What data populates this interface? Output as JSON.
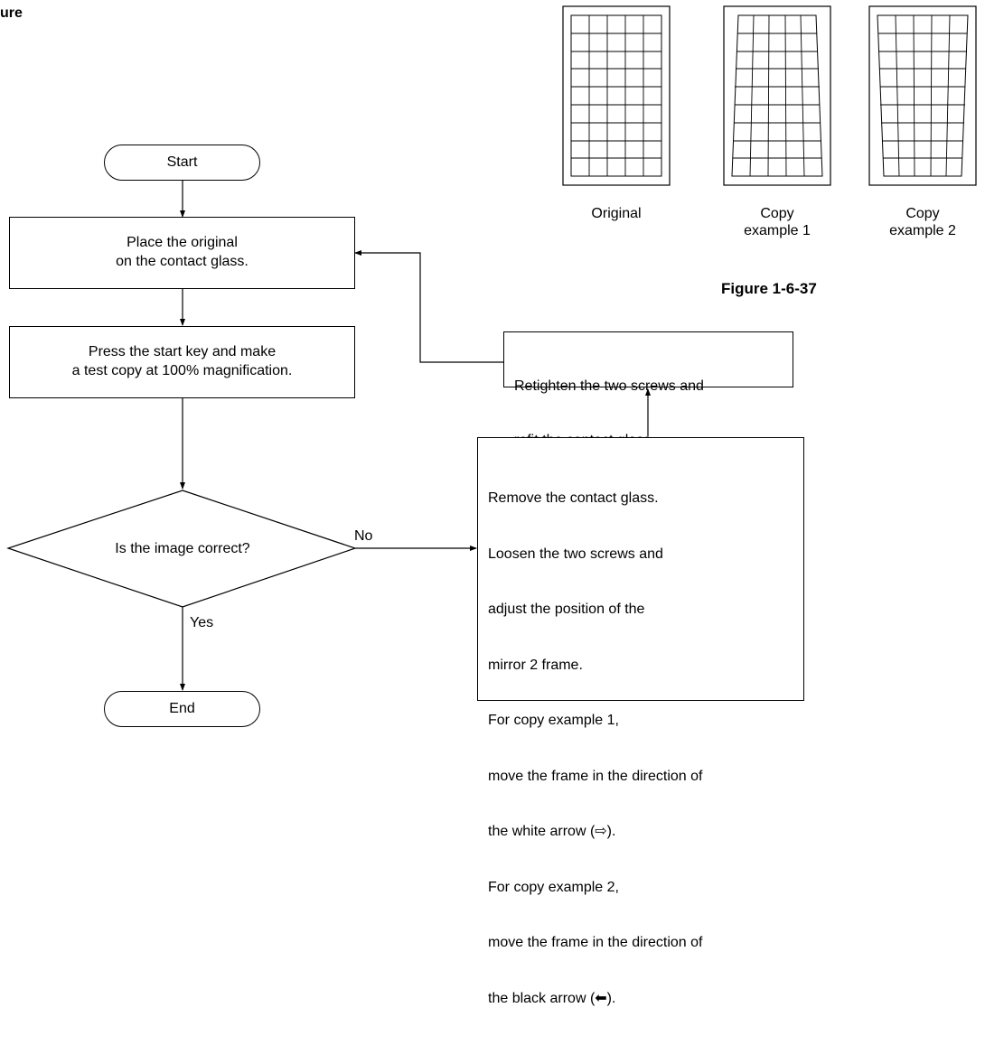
{
  "page": {
    "section_label": "ure"
  },
  "figure": {
    "caption": "Figure 1-6-37",
    "thumbs": [
      {
        "label_line1": "Original",
        "label_line2": ""
      },
      {
        "label_line1": "Copy",
        "label_line2": "example 1"
      },
      {
        "label_line1": "Copy",
        "label_line2": "example 2"
      }
    ]
  },
  "flowchart": {
    "start": "Start",
    "step1": {
      "line1": "Place the original",
      "line2": "on the contact glass."
    },
    "step2": {
      "line1": "Press the start key and make",
      "line2": "a test copy at 100% magnification."
    },
    "decision": "Is the image correct?",
    "no_label": "No",
    "yes_label": "Yes",
    "end": "End",
    "retighten": {
      "line1": "Retighten the two screws and",
      "line2": "refit the contact glass."
    },
    "adjust": {
      "lines": [
        "Remove the contact glass.",
        "Loosen the two screws and",
        "adjust the position of the",
        "mirror 2 frame.",
        "For copy example 1,",
        "move the frame in the direction of",
        "the white arrow (⇨).",
        "For copy example 2,",
        "move the frame in the direction of",
        "the black arrow (⬅)."
      ]
    }
  }
}
